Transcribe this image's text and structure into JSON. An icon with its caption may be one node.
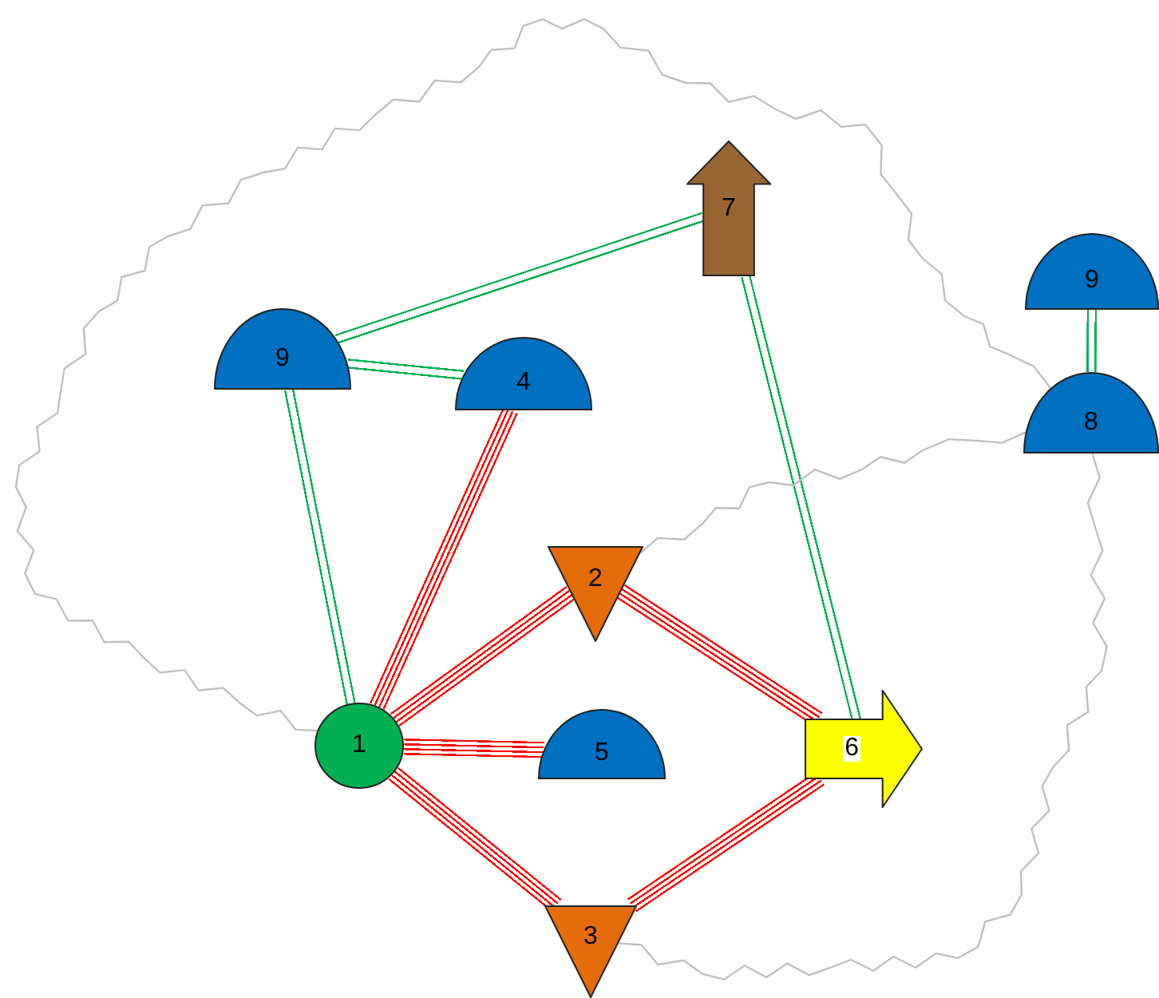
{
  "diagram": {
    "nodes": [
      {
        "text": [
          "1"
        ]
      },
      {
        "text": [
          "2"
        ]
      },
      {
        "text": [
          "3"
        ]
      },
      {
        "text": [
          "4"
        ]
      },
      {
        "text": [
          "5"
        ]
      },
      {
        "text": [
          "6"
        ]
      },
      {
        "text": [
          "7"
        ]
      },
      {
        "text": [
          "8"
        ]
      },
      {
        "text": [
          "9"
        ]
      },
      {
        "text": [
          "9"
        ]
      }
    ],
    "edges": [
      {
        "from": 0,
        "to": 3,
        "arrow": "none"
      },
      {
        "from": 0,
        "to": 1,
        "arrow": "none"
      },
      {
        "from": 0,
        "to": 4,
        "arrow": "none"
      },
      {
        "from": 0,
        "to": 2,
        "arrow": "none"
      },
      {
        "from": 1,
        "to": 5,
        "arrow": "none"
      },
      {
        "from": 2,
        "to": 5,
        "arrow": "none"
      },
      {
        "from": 8,
        "to": 6,
        "arrow": "none",
        "color": "#00b050"
      },
      {
        "from": 8,
        "to": 3,
        "arrow": "none",
        "color": "#00b050"
      },
      {
        "from": 8,
        "to": 0,
        "arrow": "none",
        "color": "#00b050"
      },
      {
        "from": 6,
        "to": 5,
        "arrow": "none",
        "color": "#00b050"
      },
      {
        "from": 9,
        "to": 7,
        "arrow": "none",
        "color": "#00b050"
      },
      {
        "from": 0,
        "to": 7,
        "arrow": "none",
        "color": "#c0c0c0"
      },
      {
        "from": 1,
        "to": 7,
        "arrow": "none",
        "color": "#c0c0c0"
      },
      {
        "from": 2,
        "to": 7,
        "arrow": "none",
        "color": "#c0c0c0"
      }
    ]
  }
}
